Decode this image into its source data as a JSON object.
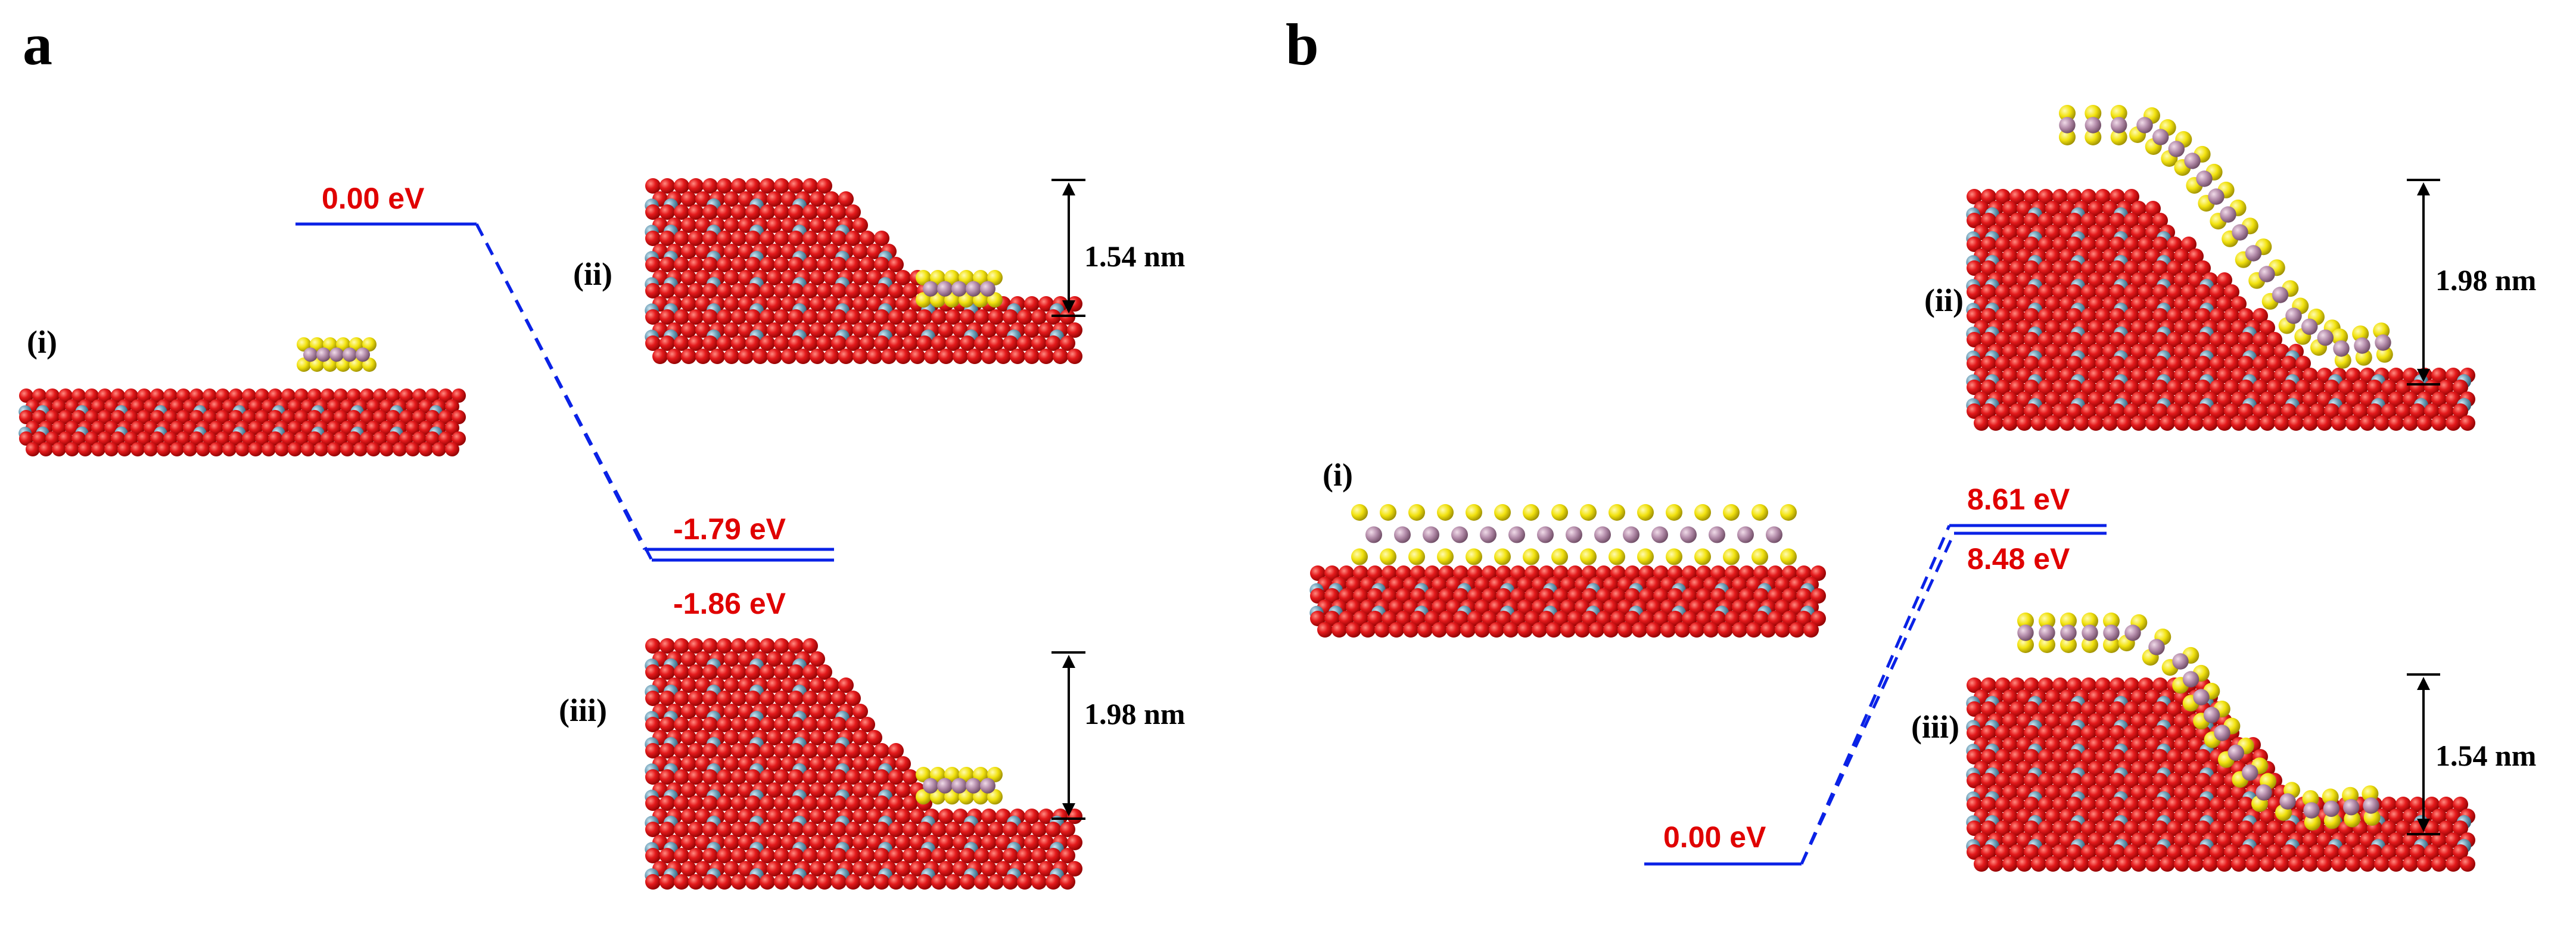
{
  "panel_a": {
    "letter": "a",
    "labels": {
      "i": "(i)",
      "ii": "(ii)",
      "iii": "(iii)"
    },
    "energies": {
      "initial": "0.00 eV",
      "ii": "-1.79 eV",
      "iii": "-1.86 eV"
    },
    "heights": {
      "ii": "1.54 nm",
      "iii": "1.98 nm"
    }
  },
  "panel_b": {
    "letter": "b",
    "labels": {
      "i": "(i)",
      "ii": "(ii)",
      "iii": "(iii)"
    },
    "energies": {
      "initial": "0.00 eV",
      "ii": "8.61 eV",
      "iii": "8.48 eV"
    },
    "heights": {
      "ii": "1.98 nm",
      "iii": "1.54 nm"
    }
  },
  "colors": {
    "oxygen": "#e41a1c",
    "metal": "#6fa0b8",
    "sulfur": "#f2e20f",
    "molybdenum": "#b48caa",
    "energy_level": "#0a22e6",
    "energy_text": "#e00000"
  }
}
